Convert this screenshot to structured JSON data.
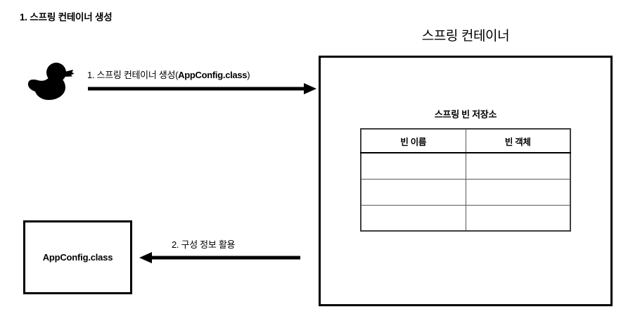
{
  "diagram": {
    "heading": "1. 스프링 컨테이너 생성",
    "actor": {
      "icon": "rubber-duck-icon"
    },
    "container": {
      "title": "스프링 컨테이너",
      "bean_store": {
        "title": "스프링 빈 저장소",
        "columns": [
          "빈 이름",
          "빈 객체"
        ],
        "rows": [
          [
            "",
            ""
          ],
          [
            "",
            ""
          ],
          [
            "",
            ""
          ]
        ]
      }
    },
    "config_box": {
      "label": "AppConfig.class"
    },
    "arrows": [
      {
        "id": "create",
        "direction": "right",
        "label_prefix": "1. 스프링 컨테이너 생성(",
        "label_bold": "AppConfig.class",
        "label_suffix": ")"
      },
      {
        "id": "use",
        "direction": "left",
        "label": "2. 구성 정보 활용"
      }
    ],
    "colors": {
      "ink": "#000000",
      "table_grid": "#595959",
      "background": "#ffffff"
    }
  }
}
